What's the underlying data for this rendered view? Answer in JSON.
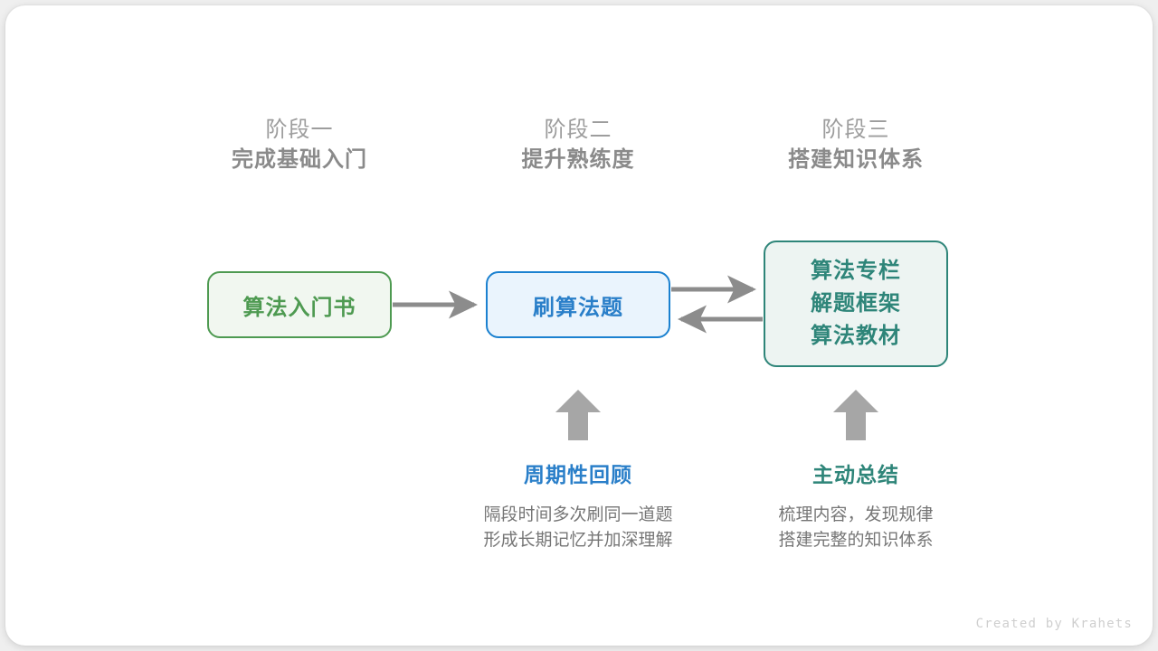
{
  "canvas": {
    "background": "#efefef",
    "card_background": "#ffffff"
  },
  "colors": {
    "green": "#4e9a51",
    "green_fill": "#f1f7f0",
    "blue": "#2a7fc9",
    "blue_border": "#1b81d0",
    "blue_fill": "#eaf4fd",
    "teal": "#2e8579",
    "teal_fill": "#edf4f2",
    "arrow_gray": "#8c8c8c",
    "heading_gray": "#9d9d9d",
    "subheading_gray": "#8a8a8a",
    "body_gray": "#767676",
    "credit_gray": "#cfcfcf"
  },
  "stages": [
    {
      "sup": "阶段一",
      "title": "完成基础入门"
    },
    {
      "sup": "阶段二",
      "title": "提升熟练度"
    },
    {
      "sup": "阶段三",
      "title": "搭建知识体系"
    }
  ],
  "nodes": {
    "book": {
      "label": "算法入门书"
    },
    "practice": {
      "label": "刷算法题"
    },
    "resources": {
      "lines": [
        "算法专栏",
        "解题框架",
        "算法教材"
      ]
    }
  },
  "annotations": [
    {
      "title": "周期性回顾",
      "desc_line1": "隔段时间多次刷同一道题",
      "desc_line2": "形成长期记忆并加深理解"
    },
    {
      "title": "主动总结",
      "desc_line1": "梳理内容，发现规律",
      "desc_line2": "搭建完整的知识体系"
    }
  ],
  "footer": {
    "credit": "Created by Krahets"
  }
}
